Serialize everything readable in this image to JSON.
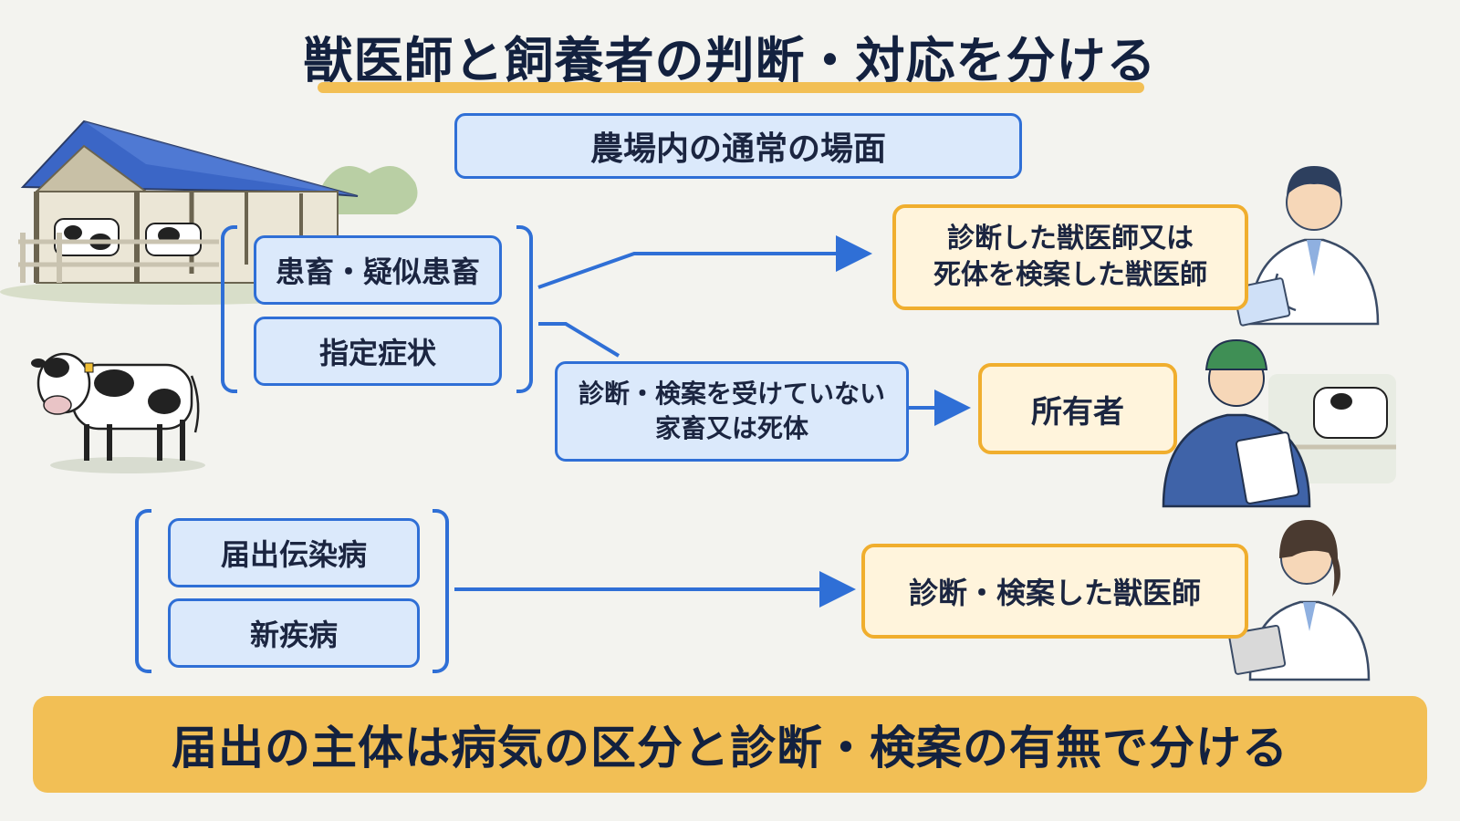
{
  "title": "獣医師と飼養者の判断・対応を分ける",
  "scene_label": "農場内の通常の場面",
  "group1": {
    "items": [
      "患畜・疑似患畜",
      "指定症状"
    ],
    "target_line1": "診断した獣医師又は",
    "target_line2": "死体を検案した獣医師",
    "middle_line1": "診断・検案を受けていない",
    "middle_line2": "家畜又は死体",
    "middle_target": "所有者"
  },
  "group2": {
    "items": [
      "届出伝染病",
      "新疾病"
    ],
    "target": "診断・検案した獣医師"
  },
  "footer": "届出の主体は病気の区分と診断・検案の有無で分ける",
  "colors": {
    "blue_accent": "#2f6fd6",
    "blue_fill": "#dbe9fb",
    "orange_accent": "#f0ae2e",
    "orange_fill": "#fff4dc",
    "footer_band": "#f2bf55",
    "background": "#f3f3ef"
  },
  "illustrations": [
    "barn-with-cows",
    "cow",
    "veterinarian-male",
    "farmer-owner",
    "veterinarian-female"
  ]
}
